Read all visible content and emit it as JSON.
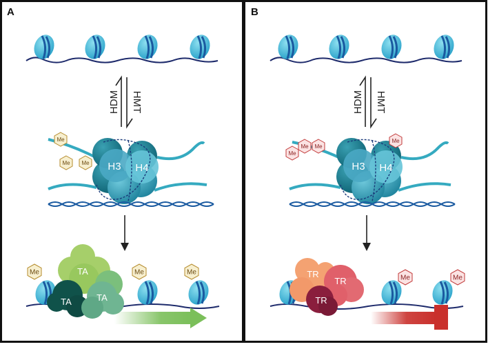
{
  "panels": [
    {
      "letter": "A",
      "hdm_label": "HDM",
      "hmt_label": "HMT",
      "h3_label": "H3",
      "h4_label": "H4",
      "mark_label": "Me",
      "complex_labels": [
        "TA",
        "TA",
        "TA"
      ]
    },
    {
      "letter": "B",
      "hdm_label": "HDM",
      "hmt_label": "HMT",
      "h3_label": "H3",
      "h4_label": "H4",
      "mark_label": "Me",
      "complex_labels": [
        "TR",
        "TR",
        "TR"
      ]
    }
  ],
  "colors": {
    "dna_line": "#1d2a6b",
    "nucleosome_light": "#5bc8e0",
    "nucleosome_dark": "#1f8fb8",
    "nucleosome_band": "#1a5aa0",
    "histone_core": "#2a93b0",
    "histone_dark": "#0d6b7e",
    "tail": "#35aac0",
    "mark_a_fill": "#f7efcf",
    "mark_a_stroke": "#b58b2c",
    "mark_b_fill": "#fbe3e3",
    "mark_b_stroke": "#c23a3a",
    "ta_light": "#a6cf6a",
    "ta_mid": "#6fb592",
    "ta_dark": "#10524a",
    "tr_light": "#f4a272",
    "tr_mid": "#e0606a",
    "tr_dark": "#8a1e3d",
    "activation_arrow": "#7bbf5a",
    "repression_bar": "#c9302c"
  }
}
